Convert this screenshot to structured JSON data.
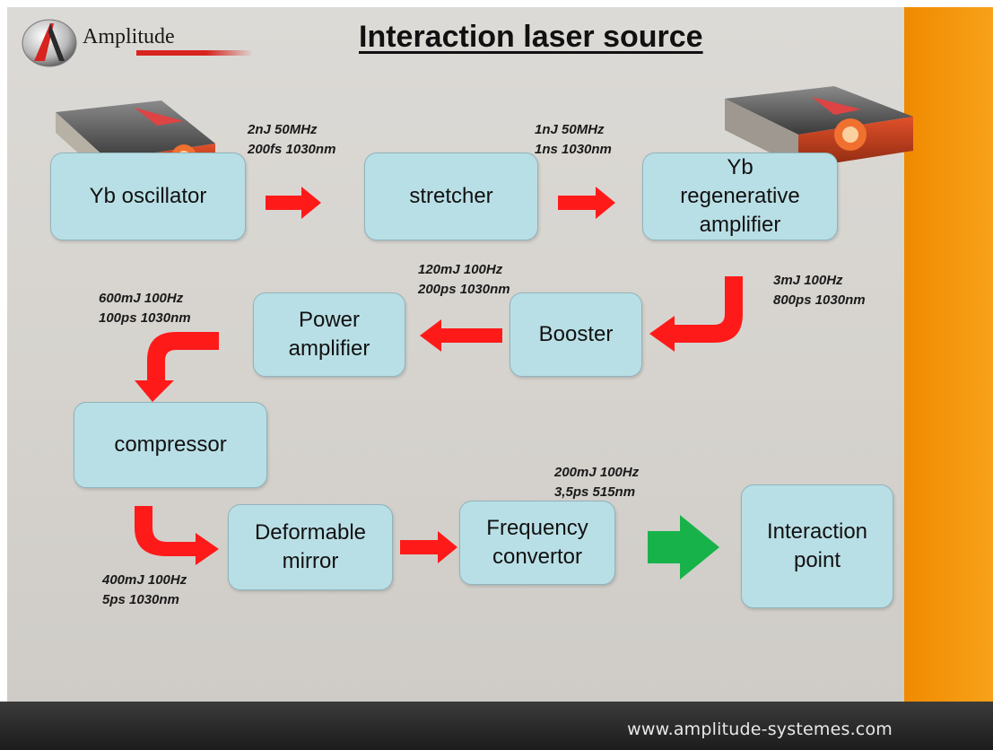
{
  "title": "Interaction laser source",
  "logo": {
    "text": "Amplitude"
  },
  "footer": {
    "url": "www.amplitude-systemes.com"
  },
  "boxes": {
    "oscillator": "Yb oscillator",
    "stretcher": "stretcher",
    "regen": "Yb\nregenerative\namplifier",
    "booster": "Booster",
    "power_amp": "Power\namplifier",
    "compressor": "compressor",
    "deformable": "Deformable\nmirror",
    "freq_conv": "Frequency\nconvertor",
    "interaction": "Interaction\npoint"
  },
  "specs": {
    "after_oscillator": "2nJ 50MHz\n200fs 1030nm",
    "after_stretcher": "1nJ 50MHz\n1ns 1030nm",
    "after_regen": "3mJ  100Hz\n800ps 1030nm",
    "after_booster": "120mJ  100Hz\n200ps 1030nm",
    "after_power_amp": "600mJ  100Hz\n100ps 1030nm",
    "after_compressor": "400mJ  100Hz\n5ps 1030nm",
    "after_freq_conv": "200mJ  100Hz\n3,5ps 515nm"
  },
  "colors": {
    "box_fill": "#b9dfe6",
    "arrow_red": "#ff1a1a",
    "arrow_green": "#17b34a",
    "accent_orange": "#f39200"
  }
}
